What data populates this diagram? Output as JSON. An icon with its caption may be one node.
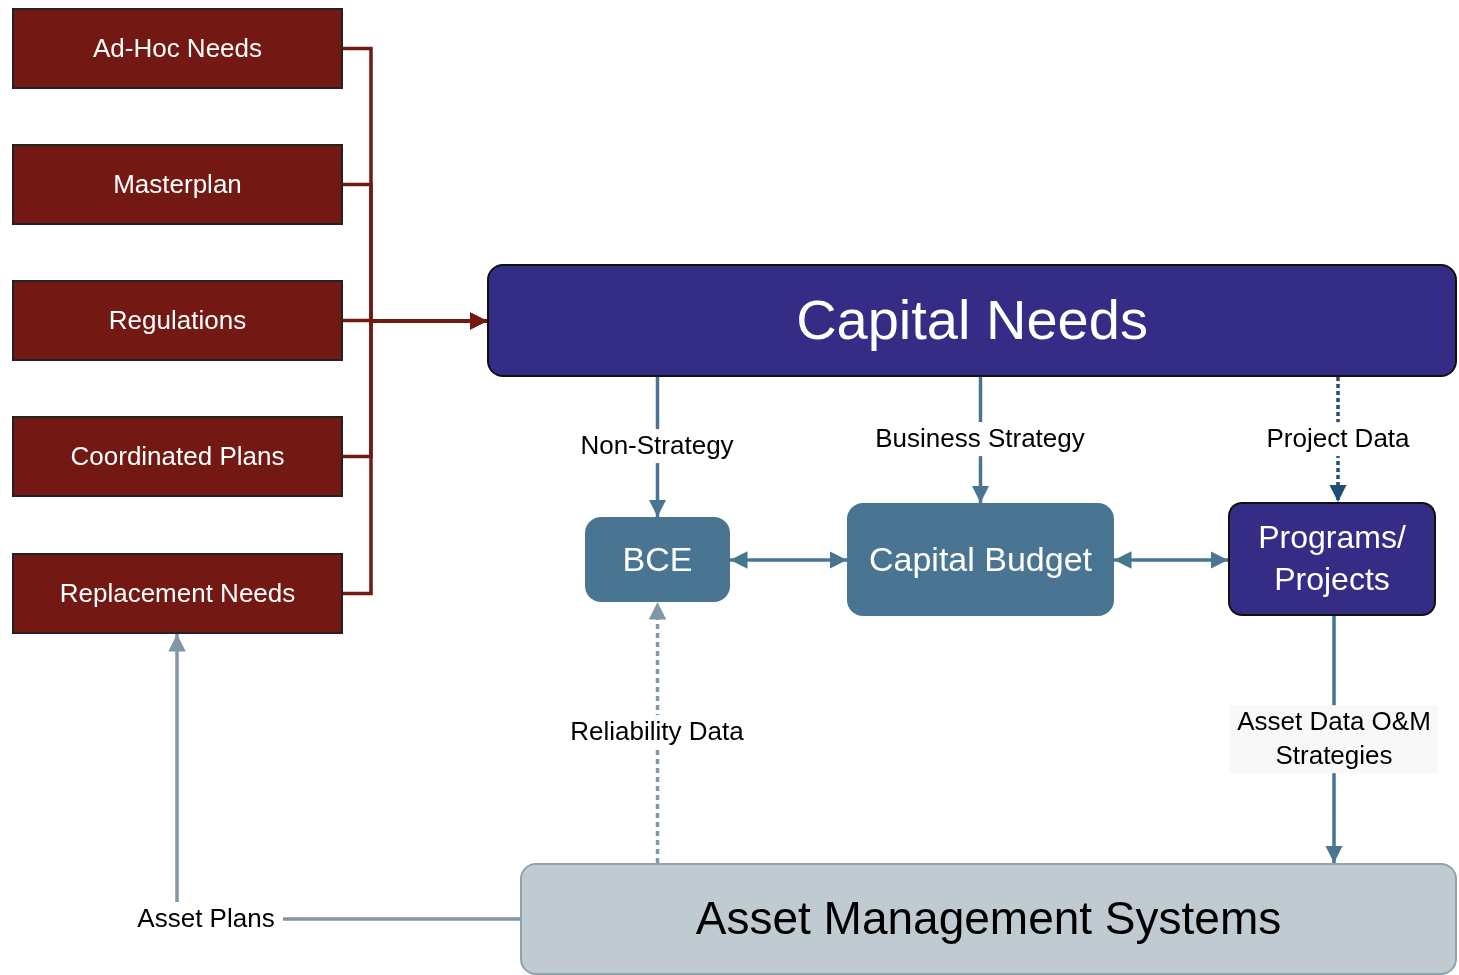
{
  "diagram": {
    "nodes": [
      {
        "text": [
          "Ad-Hoc Needs"
        ]
      },
      {
        "text": [
          "Masterplan"
        ]
      },
      {
        "text": [
          "Regulations"
        ]
      },
      {
        "text": [
          "Coordinated Plans"
        ]
      },
      {
        "text": [
          "Replacement Needs"
        ]
      },
      {
        "text": [
          "Capital Needs"
        ]
      },
      {
        "text": [
          "BCE"
        ]
      },
      {
        "text": [
          "Capital Budget"
        ]
      },
      {
        "text": [
          "Programs/ Projects"
        ]
      },
      {
        "text": [
          "Asset Management Systems"
        ]
      },
      {
        "text": [
          "Asset Plans"
        ]
      }
    ],
    "edges": [
      {
        "from": 0,
        "to": 5,
        "arrow": "to",
        "color": "#731812"
      },
      {
        "from": 1,
        "to": 5,
        "arrow": "to",
        "color": "#731812"
      },
      {
        "from": 2,
        "to": 5,
        "arrow": "to",
        "color": "#731812"
      },
      {
        "from": 3,
        "to": 5,
        "arrow": "to",
        "color": "#731812"
      },
      {
        "from": 4,
        "to": 5,
        "arrow": "to",
        "color": "#731812"
      },
      {
        "from": 5,
        "to": 6,
        "arrow": "to",
        "label": "Non-Strategy",
        "color": "#4a7592"
      },
      {
        "from": 5,
        "to": 7,
        "arrow": "to",
        "label": "Business Strategy",
        "color": "#4a7592"
      },
      {
        "from": 5,
        "to": 8,
        "arrow": "to",
        "label": "Project Data",
        "style": "dashed",
        "color": "#1f4e79"
      },
      {
        "from": 6,
        "to": 7,
        "arrow": "both",
        "color": "#4a7592"
      },
      {
        "from": 7,
        "to": 8,
        "arrow": "both",
        "color": "#4a7592"
      },
      {
        "from": 9,
        "to": 6,
        "arrow": "to",
        "label": "Reliability Data",
        "style": "dashed",
        "color": "#7f97a6"
      },
      {
        "from": 8,
        "to": 9,
        "arrow": "to",
        "label": "Asset Data O&M Strategies",
        "color": "#4a7592"
      },
      {
        "from": 9,
        "to": 10,
        "arrow": "none",
        "color": "#7f97a6"
      },
      {
        "from": 10,
        "to": 4,
        "arrow": "to",
        "color": "#7f97a6"
      }
    ]
  }
}
